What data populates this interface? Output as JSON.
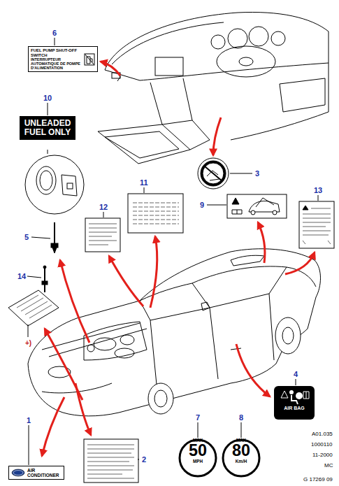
{
  "diagram": {
    "nodes": [
      {
        "text": [
          "FUEL PUMP SHUT-OFF SWITCH",
          "INTERRUPTEUR AUTOMATIQUE DE POMPE D'ALIMENTATION"
        ]
      },
      {
        "text": [
          "UNLEADED FUEL ONLY"
        ]
      },
      {
        "text": [
          "AIR BAG"
        ]
      },
      {
        "text": [
          "MAX",
          "50",
          "MPH"
        ]
      },
      {
        "text": [
          "MAX",
          "80",
          "Km/H"
        ]
      },
      {
        "text": [
          "AIR CONDITIONER"
        ]
      }
    ],
    "labels": [
      "6",
      "10",
      "3",
      "11",
      "12",
      "9",
      "13",
      "5",
      "14",
      "+)",
      "4",
      "7",
      "8",
      "1",
      "2",
      "A01.035",
      "1000110",
      "11-2000",
      "MC",
      "G 17269 09"
    ]
  }
}
